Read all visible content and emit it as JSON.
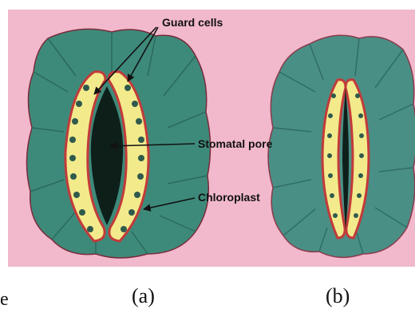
{
  "figure": {
    "background_color": "#f2b8cc",
    "epidermal_color": "#3e8a7a",
    "guard_cell_color": "#f3ea8c",
    "chloroplast_color": "#2f5a4c",
    "labels": {
      "guard_cells": "Guard cells",
      "stomatal_pore": "Stomatal pore",
      "chloroplast": "Chloroplast"
    },
    "panels": [
      {
        "caption": "(a)",
        "state": "open"
      },
      {
        "caption": "(b)",
        "state": "closed"
      }
    ],
    "stray_text": "e"
  }
}
